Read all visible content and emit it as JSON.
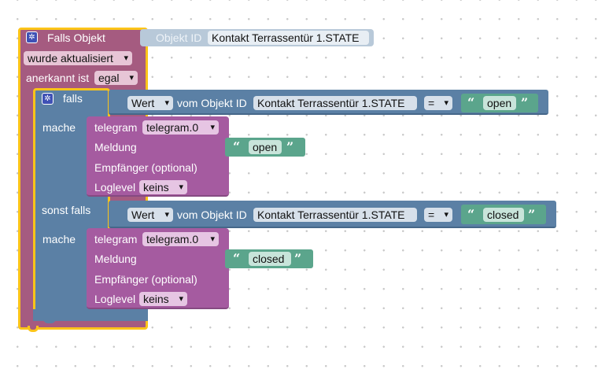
{
  "event_block": {
    "title": "Falls Objekt",
    "object_id_label": "Objekt ID",
    "object_id_value": "Kontakt Terrassentür 1.STATE",
    "trigger_value": "wurde aktualisiert",
    "ack_label": "anerkannt ist",
    "ack_value": "egal"
  },
  "if_block": {
    "falls_label": "falls",
    "mache_label": "mache",
    "sonst_falls_label": "sonst falls"
  },
  "conditions": [
    {
      "value_label": "Wert",
      "object_label": "vom Objekt ID",
      "object_id": "Kontakt Terrassentür 1.STATE",
      "operator": "=",
      "text": "open"
    },
    {
      "value_label": "Wert",
      "object_label": "vom Objekt ID",
      "object_id": "Kontakt Terrassentür 1.STATE",
      "operator": "=",
      "text": "closed"
    }
  ],
  "telegram_blocks": [
    {
      "telegram_label": "telegram",
      "instance": "telegram.0",
      "message_label": "Meldung",
      "message_text": "open",
      "recipient_label": "Empfänger (optional)",
      "loglevel_label": "Loglevel",
      "loglevel_value": "keins"
    },
    {
      "telegram_label": "telegram",
      "instance": "telegram.0",
      "message_label": "Meldung",
      "message_text": "closed",
      "recipient_label": "Empfänger (optional)",
      "loglevel_label": "Loglevel",
      "loglevel_value": "keins"
    }
  ],
  "colors": {
    "event_block": "#a55b80",
    "selection_outline": "#fcc419",
    "if_block": "#5b80a5",
    "telegram_block": "#a55ba0",
    "text_block": "#5ba58c",
    "disabled_object": "#b8c9d9"
  },
  "icons": {
    "settings": "gear-icon"
  }
}
